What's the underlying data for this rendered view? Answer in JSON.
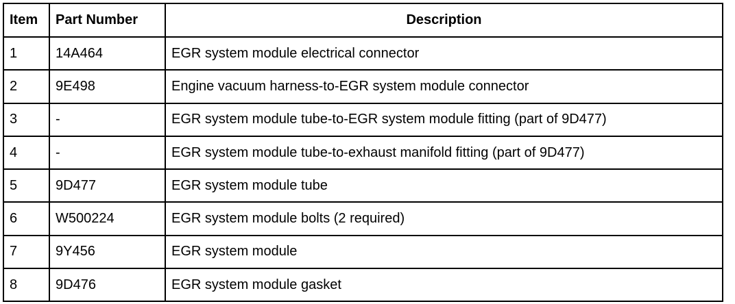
{
  "table": {
    "headers": {
      "item": "Item",
      "part_number": "Part Number",
      "description": "Description"
    },
    "rows": [
      {
        "item": "1",
        "part_number": "14A464",
        "description": "EGR system module electrical connector"
      },
      {
        "item": "2",
        "part_number": "9E498",
        "description": "Engine vacuum harness-to-EGR system module connector"
      },
      {
        "item": "3",
        "part_number": "-",
        "description": "EGR system module tube-to-EGR system module fitting (part of 9D477)"
      },
      {
        "item": "4",
        "part_number": "-",
        "description": "EGR system module tube-to-exhaust manifold fitting (part of 9D477)"
      },
      {
        "item": "5",
        "part_number": "9D477",
        "description": "EGR system module tube"
      },
      {
        "item": "6",
        "part_number": "W500224",
        "description": "EGR system module bolts (2 required)"
      },
      {
        "item": "7",
        "part_number": "9Y456",
        "description": "EGR system module"
      },
      {
        "item": "8",
        "part_number": "9D476",
        "description": "EGR system module gasket"
      }
    ]
  }
}
